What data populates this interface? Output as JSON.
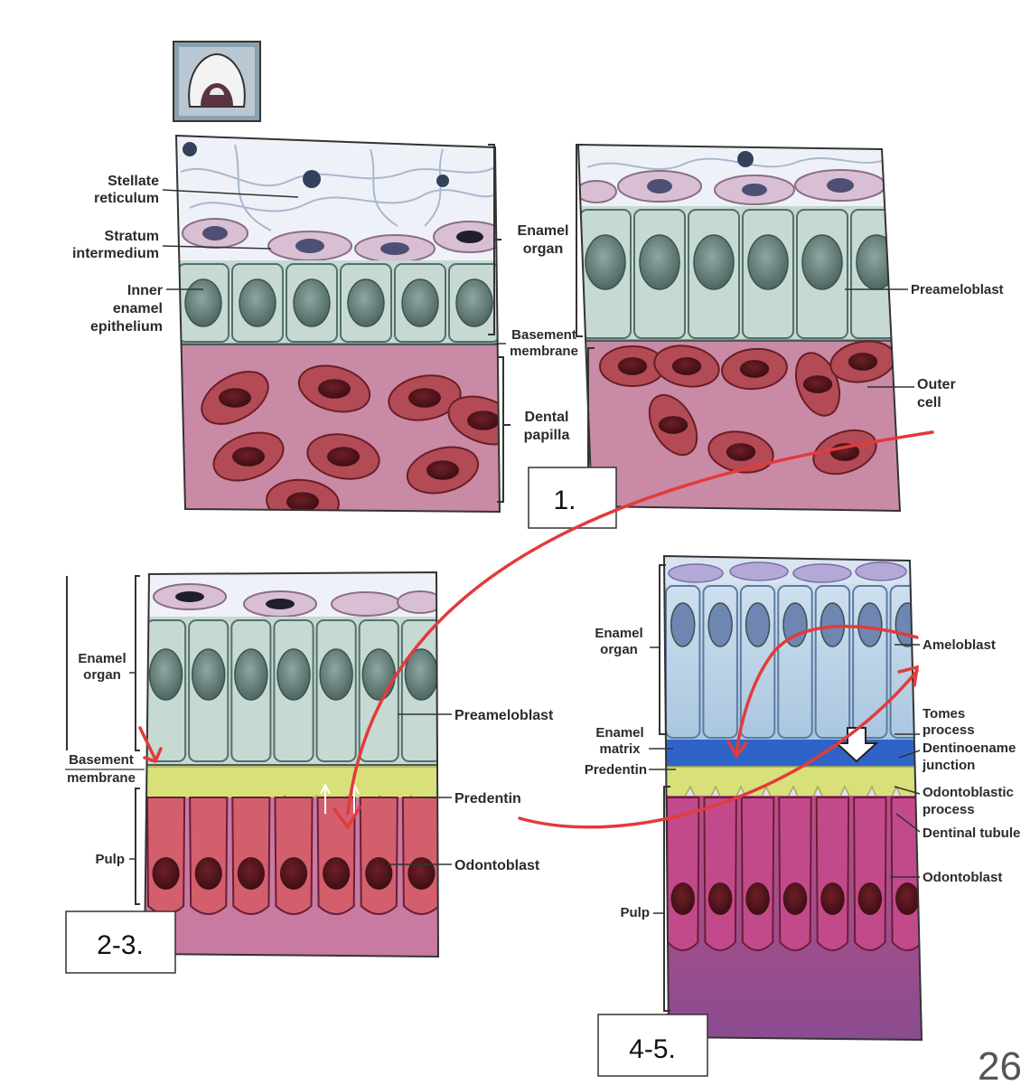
{
  "panel1": {
    "labels": {
      "stellate_1": "Stellate",
      "stellate_2": "reticulum",
      "stratum_1": "Stratum",
      "stratum_2": "intermedium",
      "inner_1": "Inner",
      "inner_2": "enamel",
      "inner_3": "epithelium",
      "enamel_organ_1": "Enamel",
      "enamel_organ_2": "organ",
      "basement_1": "Basement",
      "basement_2": "membrane",
      "dental_papilla_1": "Dental",
      "dental_papilla_2": "papilla"
    },
    "step": "1."
  },
  "panel1b": {
    "labels": {
      "preameloblast": "Preameloblast",
      "outer_cell_1": "Outer",
      "outer_cell_2": "cell"
    }
  },
  "panel2": {
    "labels": {
      "enamel_organ_1": "Enamel",
      "enamel_organ_2": "organ",
      "basement_1": "Basement",
      "basement_2": "membrane",
      "pulp": "Pulp",
      "preameloblast": "Preameloblast",
      "predentin": "Predentin",
      "odontoblast": "Odontoblast"
    },
    "step": "2-3."
  },
  "panel3": {
    "labels": {
      "enamel_organ_1": "Enamel",
      "enamel_organ_2": "organ",
      "enamel_matrix_1": "Enamel",
      "enamel_matrix_2": "matrix",
      "predentin": "Predentin",
      "pulp": "Pulp",
      "ameloblast": "Ameloblast",
      "tomes_1": "Tomes",
      "tomes_2": "process",
      "dej_1": "Dentinoename",
      "dej_2": "junction",
      "odp_1": "Odontoblastic",
      "odp_2": "process",
      "tubule": "Dentinal tubule",
      "odontoblast": "Odontoblast"
    },
    "step": "4-5."
  },
  "page_number": "26",
  "colors": {
    "stellate": "#eef2f8",
    "stratum_cell": "#d9bfd3",
    "epithelium": "#c6d9d2",
    "nucleus": "#6e8782",
    "papilla": "#c98aa6",
    "papilla_cell": "#b24b55",
    "predentin": "#d8e07a",
    "enamel_matrix": "#2f63c8",
    "arrow": "#e23b3b"
  }
}
